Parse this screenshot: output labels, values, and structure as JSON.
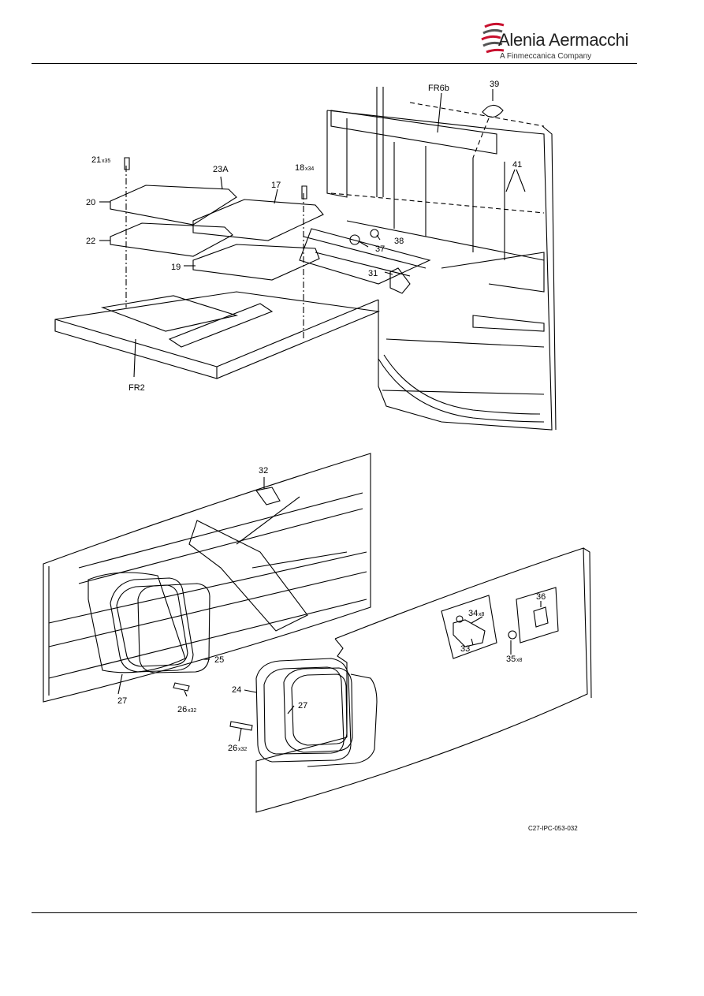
{
  "header": {
    "brand_name": "Alenia Aermacchi",
    "tagline": "A Finmeccanica Company",
    "brand_color": "#c8102e"
  },
  "figure": {
    "code": "C27-IPC-053-032",
    "upper_callouts": {
      "c39": "39",
      "fr6b": "FR6b",
      "c21": "21",
      "c21_qty": "x35",
      "c23a": "23A",
      "c18": "18",
      "c18_qty": "x34",
      "c17": "17",
      "c41": "41",
      "c20": "20",
      "c22": "22",
      "c38": "38",
      "c37": "37",
      "c19": "19",
      "c31": "31",
      "fr2": "FR2"
    },
    "lower_callouts": {
      "c32": "32",
      "c36": "36",
      "c34": "34",
      "c34_qty": "x8",
      "c33": "33",
      "c35": "35",
      "c35_qty": "x8",
      "c25": "25",
      "c27a": "27",
      "c26a": "26",
      "c26a_qty": "x32",
      "c24": "24",
      "c27b": "27",
      "c26b": "26",
      "c26b_qty": "x32"
    }
  }
}
